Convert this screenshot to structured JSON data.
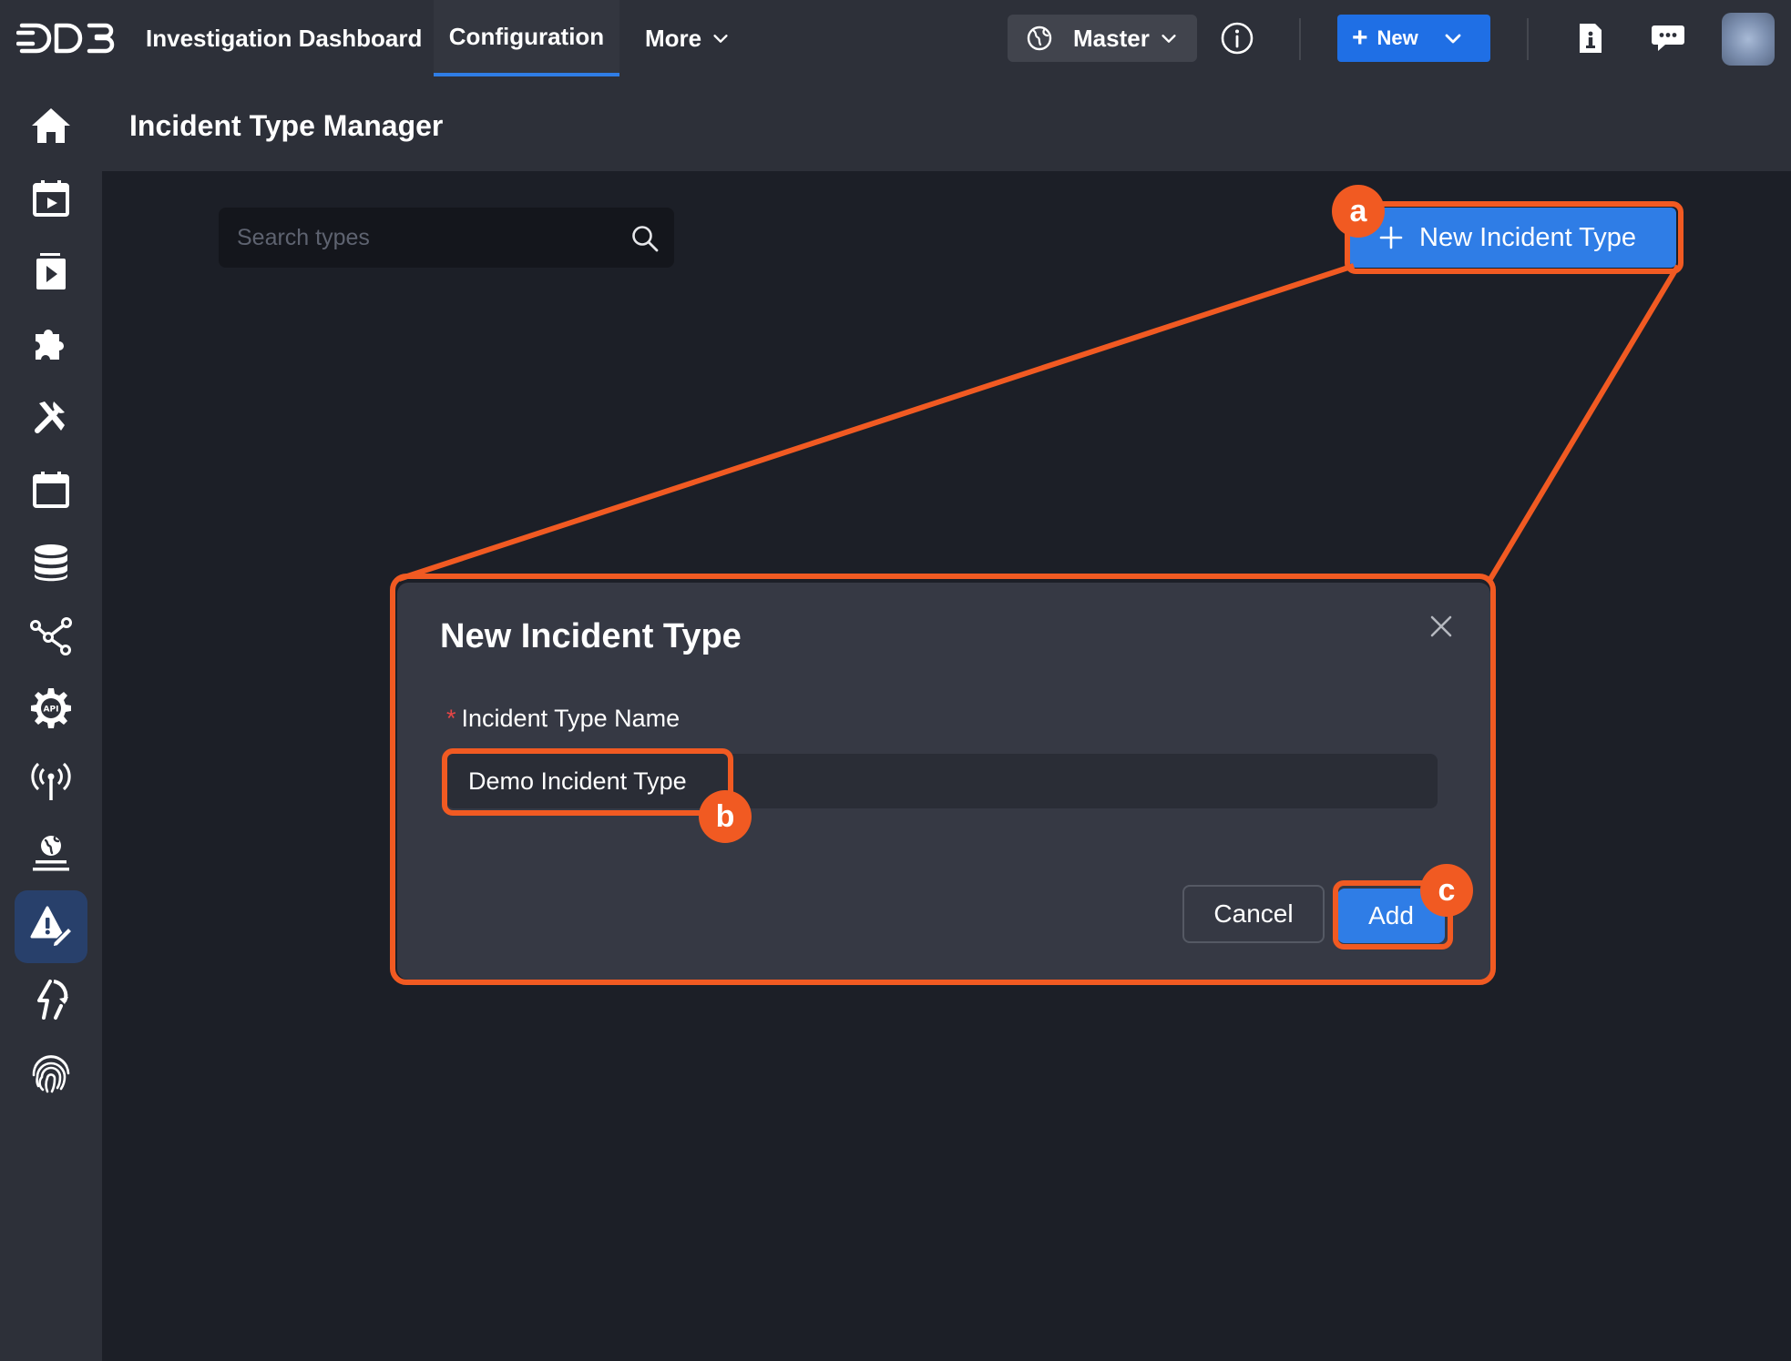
{
  "topbar": {
    "logo_text": "D3",
    "nav": [
      {
        "label": "Investigation Dashboard"
      },
      {
        "label": "Configuration"
      },
      {
        "label": "More"
      }
    ],
    "workspace_label": "Master",
    "new_label": "New"
  },
  "page": {
    "title": "Incident Type Manager"
  },
  "search": {
    "placeholder": "Search types"
  },
  "new_incident_type_button": "New Incident Type",
  "modal": {
    "title": "New Incident Type",
    "field_label": "Incident Type Name",
    "required_marker": "*",
    "field_value": "Demo Incident Type",
    "cancel_label": "Cancel",
    "add_label": "Add"
  },
  "annotations": {
    "badge_a": "a",
    "badge_b": "b",
    "badge_c": "c",
    "color": "#f15a22"
  },
  "sidebar": {
    "icons": [
      "home-icon",
      "event-calendar-icon",
      "playbook-icon",
      "integrations-icon",
      "tools-icon",
      "calendar-icon",
      "database-icon",
      "share-nodes-icon",
      "api-gear-icon",
      "broadcast-icon",
      "web-globe-icon",
      "incident-type-icon",
      "automation-icon",
      "fingerprint-icon"
    ],
    "active_index": 11
  },
  "colors": {
    "accent": "#2f7de6",
    "topbar": "#2d3039",
    "background": "#1c1f27"
  }
}
